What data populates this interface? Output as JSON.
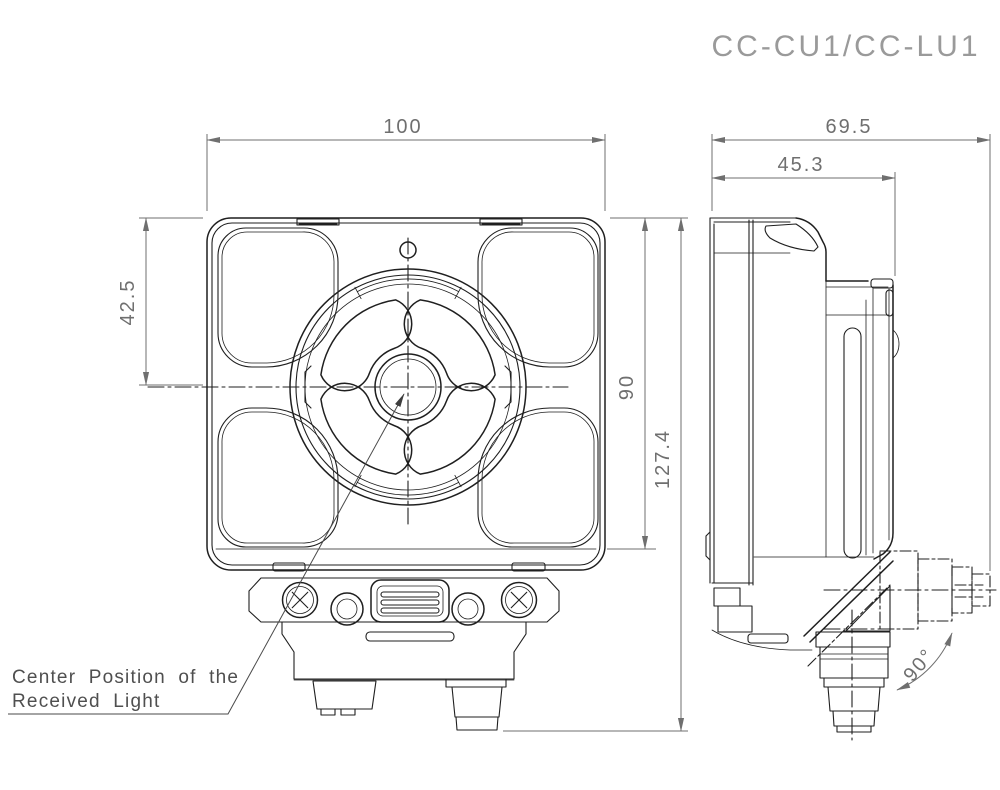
{
  "title": "CC-CU1/CC-LU1",
  "dimensions": {
    "front_width": "100",
    "side_depth_total": "69.5",
    "side_depth_body": "45.3",
    "front_center_from_top": "42.5",
    "front_body_height": "90",
    "front_total_height": "127.4",
    "connector_rotation_angle": "90°"
  },
  "annotation": {
    "line1": "Center Position of the",
    "line2": "Received Light"
  },
  "colors": {
    "background": "#ffffff",
    "part_line": "#1f1f1f",
    "dimension": "#6f6f6f",
    "title": "#9a9a9a",
    "annotation": "#4f4f4f",
    "centerline": "#8f8f8f"
  }
}
